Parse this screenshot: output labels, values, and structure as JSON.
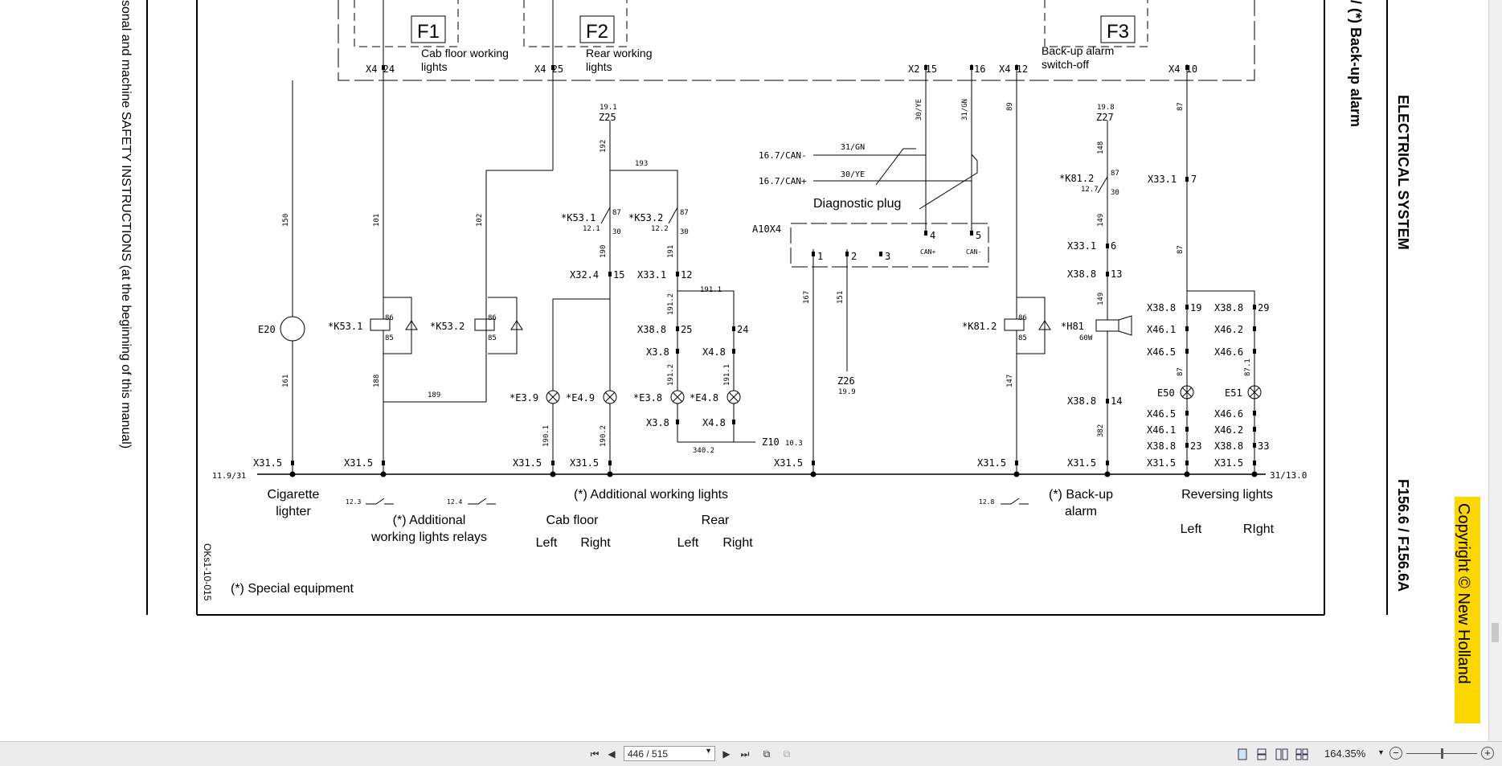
{
  "document": {
    "side_left_text": "sonal and machine SAFETY INSTRUCTIONS (at the beginning of this manual)",
    "side_right_title": "ELECTRICAL SYSTEM",
    "side_right_model": "F156.6 / F156.6A",
    "side_right_section": "/ (*) Back-up alarm",
    "copyright": "Copyright © New Holland",
    "figure_code": "OKs1-10-015",
    "footnote": "(*) Special equipment"
  },
  "schematic": {
    "fuses": [
      {
        "id": "F1",
        "desc_line1": "Cab floor working",
        "desc_line2": "lights"
      },
      {
        "id": "F2",
        "desc_line1": "Rear working",
        "desc_line2": "lights"
      },
      {
        "id": "F3",
        "desc_line1": "Back-up alarm",
        "desc_line2": "switch-off"
      }
    ],
    "connectors_top": [
      "X4 24",
      "X4 25",
      "X2 15",
      "16",
      "X4 12",
      "X4 10"
    ],
    "diagnostic": {
      "title": "Diagnostic plug",
      "plug": "A10X4",
      "can_minus_ref": "16.7/CAN-",
      "can_plus_ref": "16.7/CAN+",
      "wire_gn": "31/GN",
      "wire_ye": "30/YE",
      "pins": [
        "1",
        "2",
        "3",
        "4",
        "5"
      ],
      "pin4_label": "CAN+",
      "pin5_label": "CAN-",
      "z26": "Z26",
      "z26_ref": "19.9"
    },
    "refs": {
      "z25_top": "19.1",
      "z25": "Z25",
      "z27_top": "19.8",
      "z27": "Z27",
      "ground_left": "11.9/31",
      "ground_right": "31/13.0",
      "z10": "Z10",
      "z10_ref": "10.3"
    },
    "wires": [
      "150",
      "101",
      "102",
      "192",
      "193",
      "190",
      "191",
      "191.1",
      "191.2",
      "191.2",
      "191.1",
      "188",
      "189",
      "161",
      "190.1",
      "190.2",
      "340.2",
      "167",
      "151",
      "30/YE",
      "31/GN",
      "89",
      "147",
      "148",
      "149",
      "149",
      "382",
      "87",
      "87",
      "87",
      "87.1"
    ],
    "components": {
      "e20": "E20",
      "k53_1": "*K53.1",
      "k53_2": "*K53.2",
      "k53_1_ctl": "*K53.1",
      "k53_1_ref": "12.1",
      "k53_2_ctl": "*K53.2",
      "k53_2_ref": "12.2",
      "k81_2": "*K81.2",
      "k81_2_ctl": "*K81.2",
      "k81_2_ref": "12.7",
      "h81": "*H81",
      "h81_power": "60W",
      "e3_9": "*E3.9",
      "e4_9": "*E4.9",
      "e3_8": "*E3.8",
      "e4_8": "*E4.8",
      "e50": "E50",
      "e51": "E51",
      "x32": "X32.4",
      "x32_pin": "15",
      "x33_12": "X33.1",
      "x33_12_pin": "12",
      "x33_7": "X33.1",
      "x33_7_pin": "7",
      "x33_6": "X33.1",
      "x33_6_pin": "6",
      "x38_13": "X38.8",
      "x38_13_pin": "13",
      "x38_14": "X38.8",
      "x38_14_pin": "14",
      "x38_25": "X38.8",
      "x38_25_pin": "25",
      "x38_24_pin": "24",
      "x3_8_1": "X3.8",
      "x4_8_1": "X4.8",
      "x3_8_2": "X3.8",
      "x4_8_2": "X4.8",
      "x38_19": "X38.8",
      "x38_19_pin": "19",
      "x38_29": "X38.8",
      "x38_29_pin": "29",
      "x46_1_2": "X46.1",
      "x46_2_2": "X46.2",
      "x46_5_1": "X46.5",
      "x46_6_1": "X46.6",
      "x46_5_2": "X46.5",
      "x46_6_2": "X46.6",
      "x46_1_6": "X46.1",
      "x46_2_6": "X46.2",
      "x38_23": "X38.8",
      "x38_23_pin": "23",
      "x38_33": "X38.8",
      "x38_33_pin": "33",
      "x31": "X31.5",
      "pin_86": "86",
      "pin_85": "85",
      "pin_87": "87",
      "pin_30": "30",
      "relay_ref_1": "12.3",
      "relay_ref_2": "12.4",
      "relay_ref_3": "12.8"
    },
    "labels": {
      "cigarette_1": "Cigarette",
      "cigarette_2": "lighter",
      "add_relays_1": "(*) Additional",
      "add_relays_2": "working lights relays",
      "add_lights": "(*) Additional working lights",
      "cab_floor": "Cab floor",
      "rear": "Rear",
      "left": "Left",
      "right": "Right",
      "backup_1": "(*) Back-up",
      "backup_2": "alarm",
      "reversing": "Reversing lights",
      "rev_left": "Left",
      "rev_right": "RIght"
    }
  },
  "statusbar": {
    "page_field": "446 / 515",
    "zoom": "164.35%",
    "first_icon": "first-page-icon",
    "prev_icon": "prev-page-icon",
    "next_icon": "next-page-icon",
    "last_icon": "last-page-icon"
  }
}
